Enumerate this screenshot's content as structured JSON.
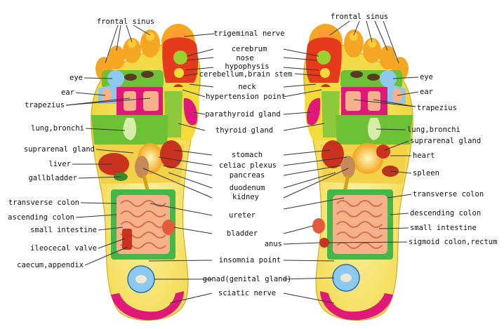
{
  "labels": {
    "left": {
      "frontal_sinus": "frontal sinus",
      "eye": "eye",
      "ear": "ear",
      "trapezius": "trapezius",
      "lung_bronchi": "lung,bronchi",
      "suprarenal_gland": "suprarenal gland",
      "liver": "liver",
      "gallbladder": "gallbladder",
      "transverse_colon": "transverse colon",
      "ascending_colon": "ascending colon",
      "small_intestine": "small intestine",
      "ileocecal_valve": "ileocecal valve",
      "caecum_appendix": "caecum,appendix"
    },
    "center": {
      "trigeminal_nerve": "trigeminal nerve",
      "cerebrum": "cerebrum",
      "nose": "nose",
      "hypophysis": "hypophysis",
      "cerebellum_brain_stem": "cerebellum,brain stem",
      "neck": "neck",
      "hypertension_point": "hypertension point",
      "parathyroid_gland": "parathyroid gland",
      "thyroid_gland": "thyroid gland",
      "stomach": "stomach",
      "celiac_plexus": "celiac plexus",
      "pancreas": "pancreas",
      "duodenum": "duodenum",
      "kidney": "kidney",
      "ureter": "ureter",
      "bladder": "bladder",
      "insomnia_point": "insomnia point",
      "gonad": "gonad(genital gland)",
      "sciatic_nerve": "sciatic nerve",
      "anus": "anus"
    },
    "right": {
      "frontal_sinus": "frontal sinus",
      "eye": "eye",
      "ear": "ear",
      "trapezius": "trapezius",
      "lung_bronchi": "lung,bronchi",
      "suprarenal_gland": "suprarenal gland",
      "heart": "heart",
      "spleen": "spleen",
      "transverse_colon": "transverse colon",
      "descending_colon": "descending colon",
      "small_intestine": "small intestine",
      "sigmoid_colon_rectum": "sigmoid colon,rectum"
    }
  },
  "colors": {
    "sole_yellow": "#f3dc3a",
    "sole_pale": "#fbf0a8",
    "heel_magenta": "#e0187a",
    "lung_green": "#6cc234",
    "toe_orange": "#f5a623",
    "zone_red": "#e53b1c",
    "eye_blue": "#8cc8ef",
    "intestine_green": "#43b848",
    "intestine_pink": "#f6b08a",
    "organ_red": "#c8321e",
    "burst_orange": "#f2a51a"
  }
}
